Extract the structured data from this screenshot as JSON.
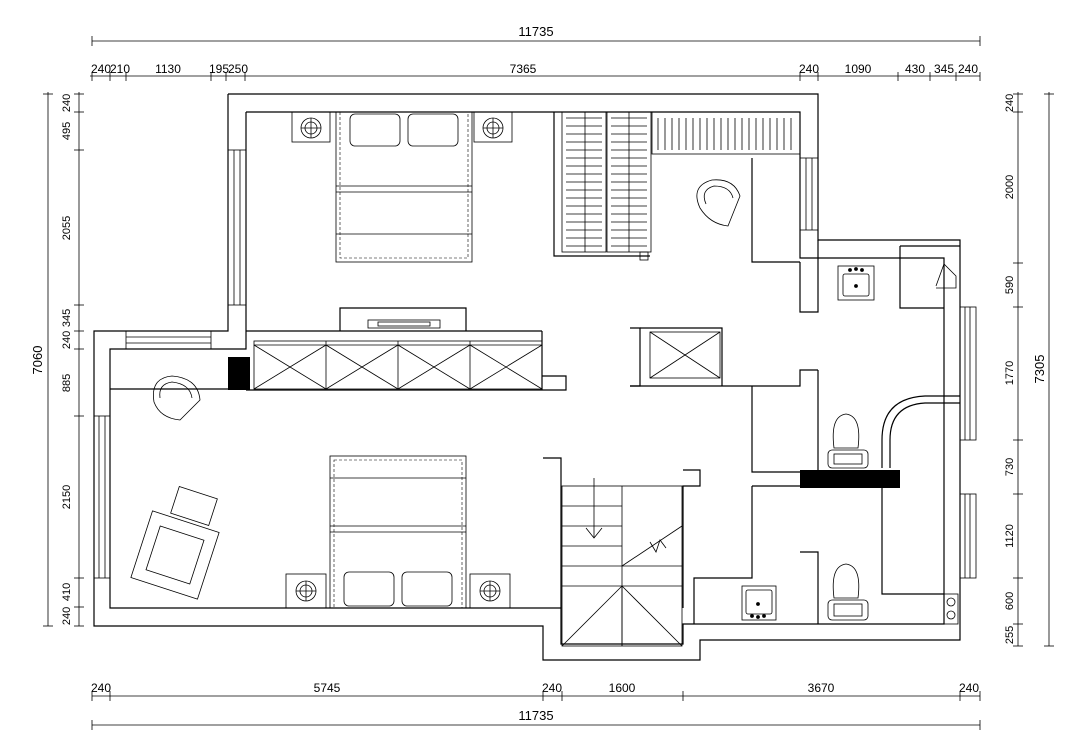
{
  "dimensions": {
    "top_total": "11735",
    "top_segments": [
      "240",
      "210",
      "1130",
      "195",
      "250",
      "7365",
      "240",
      "1090",
      "430",
      "345",
      "240"
    ],
    "bottom_segments": [
      "240",
      "5745",
      "240",
      "1600",
      "3670",
      "240"
    ],
    "bottom_total": "11735",
    "left_segments": [
      "240",
      "495",
      "2055",
      "345",
      "240",
      "885",
      "2150",
      "410",
      "240"
    ],
    "left_total": "7060",
    "right_segments": [
      "240",
      "2000",
      "590",
      "1770",
      "730",
      "1120",
      "600",
      "255"
    ],
    "right_total": "7305"
  }
}
